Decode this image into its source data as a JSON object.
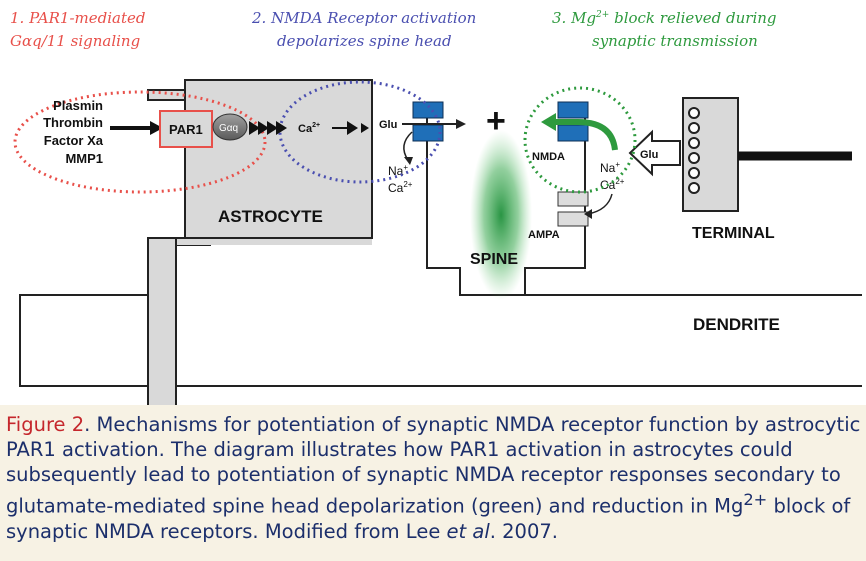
{
  "headers": {
    "step1_line1": "1. PAR1-mediated",
    "step1_line2": "Gαq/11 signaling",
    "step2_line1": "2. NMDA Receptor activation",
    "step2_line2": "depolarizes spine head",
    "step3_line1": "3. Mg",
    "step3_sup": "2+",
    "step3_line1_rest": " block relieved during",
    "step3_line2": "synaptic transmission"
  },
  "agonists": [
    "Plasmin",
    "Thrombin",
    "Factor Xa",
    "MMP1"
  ],
  "labels": {
    "par1": "PAR1",
    "gaq": "Gαq",
    "ca": "Ca",
    "ca_sup": "2+",
    "glu_left": "Glu",
    "na_left": "Na",
    "na_sup": "+",
    "ca_left": "Ca",
    "ca_left_sup": "2+",
    "astrocyte": "ASTROCYTE",
    "spine": "SPINE",
    "nmda": "NMDA",
    "ampa": "AMPA",
    "na_right": "Na",
    "ca_right": "Ca",
    "glu_right": "Glu",
    "plus": "+",
    "terminal": "TERMINAL",
    "dendrite": "DENDRITE"
  },
  "colors": {
    "step1": "#e8504a",
    "step2": "#4a4fb0",
    "step3": "#2e9a3e",
    "receptor": "#1f6fb8",
    "caption_blue": "#1c2f6b",
    "caption_red": "#c5272c",
    "caption_bg": "#f7f2e4"
  },
  "caption": {
    "figure_label": "Figure 2",
    "text_1": ".  Mechanisms for potentiation of synaptic NMDA receptor function by astrocytic PAR1 activation. The diagram illustrates how PAR1 activation in astrocytes could subsequently lead to potentiation of synaptic NMDA receptor responses secondary to glutamate-mediated spine head depolarization (green) and reduction in Mg",
    "sup": "2+",
    "text_2": " block of synaptic NMDA receptors. Modified from Lee ",
    "etal": "et al",
    "text_3": ". 2007."
  }
}
